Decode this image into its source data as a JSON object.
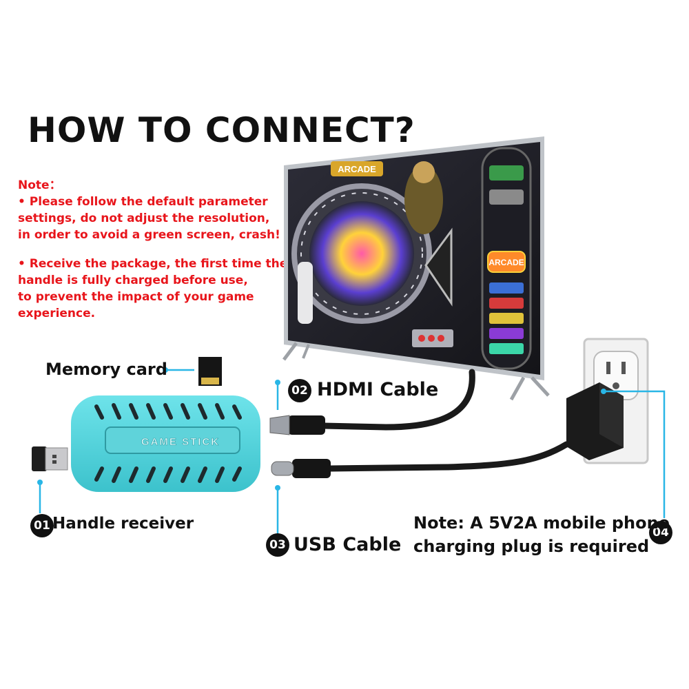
{
  "title": "HOW TO CONNECT?",
  "notes": {
    "heading": "Note：",
    "para1": [
      " • Please follow the default parameter",
      "settings, do not adjust the resolution,",
      "in order to avoid a green screen, crash!"
    ],
    "para2": [
      " • Receive the package, the first time the",
      "  handle is fully charged before use,",
      "to prevent the impact of your game",
      "experience."
    ]
  },
  "memory_card_label": "Memory card",
  "device_brand": "GAME STICK",
  "tv_screen": {
    "logo1": "ARCADE",
    "logo2": "ARCADE"
  },
  "steps": [
    {
      "number": "01",
      "label": "Handle receiver"
    },
    {
      "number": "02",
      "label": "HDMI Cable"
    },
    {
      "number": "03",
      "label": "USB Cable"
    },
    {
      "number": "04",
      "label": ""
    }
  ],
  "power_note": [
    "Note: A 5V2A mobile phone",
    "charging plug is required"
  ],
  "colors": {
    "accent_cyan": "#29b6e6",
    "stick": "#4fd6de",
    "note_red": "#e8151b"
  }
}
